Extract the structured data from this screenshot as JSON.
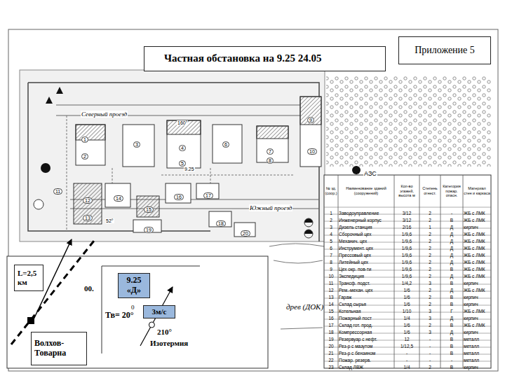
{
  "diagram": {
    "title": "Частная обстановка на 9.25 24.05",
    "nodes": [
      {
        "text": [
          "Приложение 5"
        ]
      },
      {
        "text": [
          "L=2,5 км"
        ]
      },
      {
        "text": [
          "9.25 «Д»"
        ]
      },
      {
        "text": [
          "3м/с"
        ]
      },
      {
        "text": [
          "Волхов-Товарна"
        ]
      }
    ],
    "labels": [
      "00.",
      "0",
      "Тв= 20°",
      "210°",
      "Изотермия",
      "Северный проезд",
      "Южный проезд",
      "АЗС",
      "древ (ДОК)",
      "160°",
      "9.25",
      "52°",
      "1",
      "2",
      "3",
      "4",
      "5",
      "6",
      "7",
      "8",
      "9",
      "10",
      "11",
      "12",
      "13",
      "14",
      "15",
      "16",
      "17",
      "18",
      "19",
      "20",
      "№ зд. (соор.)",
      "Наименование зданий (сооружений)",
      "Кол-во этажей, высота м",
      "Степень огнест.",
      "Категория пожар. опасн.",
      "Материал стен и каркаса",
      "1",
      "Заводоуправление",
      "3/12",
      "2",
      "-",
      "ЖБ с ЛМК",
      "2",
      "Инженерный корпус",
      "3/12",
      "2",
      "В",
      "ЖБ с ЛМК",
      "3",
      "Дизель станция",
      "2/16",
      "1",
      "Д",
      "кирпич",
      "4",
      "Сборочный цех",
      "1/9,6",
      "2",
      "Д",
      "ЖБ с ЛМК",
      "5",
      "Механич. цех",
      "1/9,6",
      "2",
      "Д",
      "ЖБ с ЛМК",
      "6",
      "Инструмент. цех",
      "1/9,6",
      "2",
      "Д",
      "ЖБ с ЛМК",
      "7",
      "Прессовый цех",
      "1/9,6",
      "2",
      "Д",
      "ЖБ с ЛМК",
      "8",
      "Литейный цех",
      "1/9,6",
      "2",
      "Д",
      "ЖБ с ЛМК",
      "9",
      "Цех окр. пов-ти",
      "1/9,6",
      "2",
      "В",
      "ЖБ с ЛМК",
      "10",
      "Экспедиция",
      "1/9,6",
      "2",
      "Д",
      "ЖБ с ЛМК",
      "11",
      "Трансф. подст.",
      "1/4,2",
      "3",
      "В",
      "кирпич",
      "12",
      "Рем.-механ. цех",
      "1/6",
      "2",
      "Д",
      "ЖБ с ЛМК",
      "13",
      "Гараж",
      "1/6",
      "2",
      "В",
      "кирпич",
      "14",
      "Склад сырья",
      "1/6",
      "2",
      "В",
      "кирпич",
      "15",
      "Котельная",
      "1/10",
      "3",
      "Г",
      "ЖБ с ЛМК",
      "16",
      "Пожарный пост",
      "1/4",
      "3",
      "Д",
      "кирпич",
      "17",
      "Склад гот. прод.",
      "1/6",
      "2",
      "В",
      "ЖБ с ЛМК",
      "18",
      "Компрессорная",
      "1/6",
      "3",
      "Д",
      "кирпич",
      "19",
      "Резервуар с нефт.",
      "12",
      "-",
      "В",
      "металл",
      "20",
      "Рез-р с мазутом",
      "1/12,5",
      "-",
      "В",
      "металл",
      "21",
      "Рез-р с бензином",
      "-",
      "-",
      "В",
      "металл",
      "22",
      "Пожар. резерв.",
      "-",
      "-",
      "-",
      "металл",
      "23",
      "Склад ЛВЖ",
      "1/4",
      "2",
      "В",
      "кирпич"
    ]
  }
}
